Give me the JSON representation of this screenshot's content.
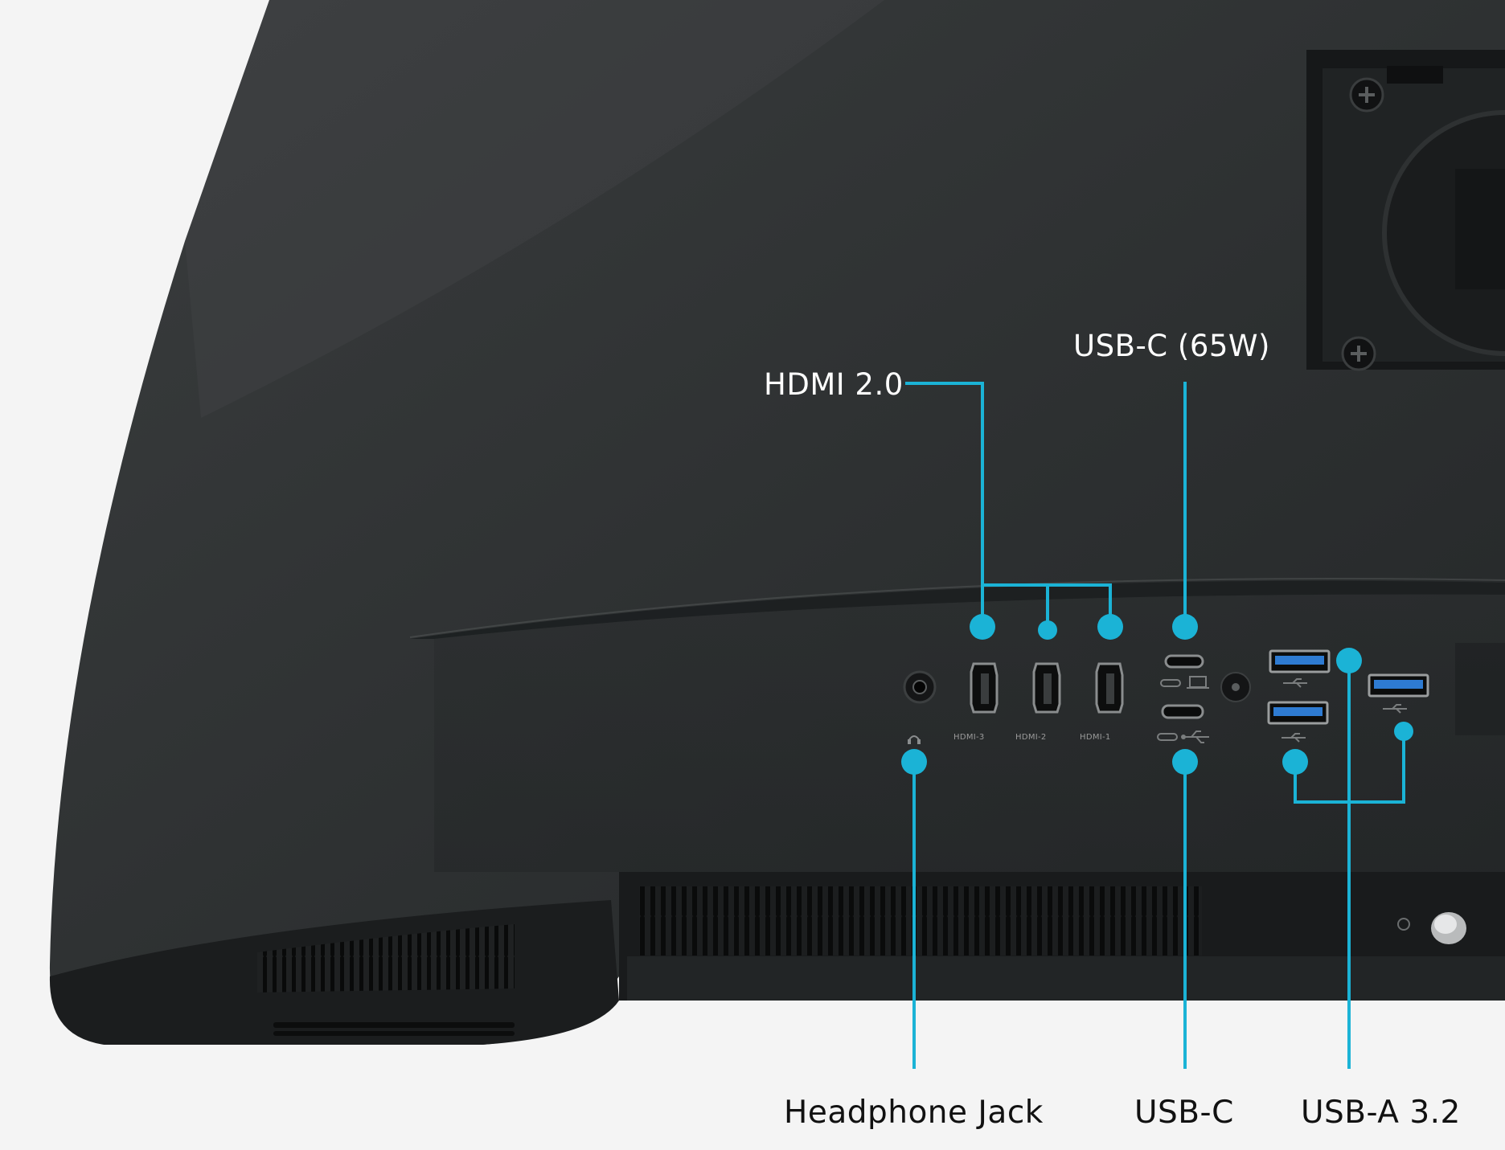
{
  "callouts": {
    "hdmi": "HDMI 2.0",
    "usbc_65w": "USB-C (65W)",
    "headphone": "Headphone Jack",
    "usbc": "USB-C",
    "usba": "USB-A 3.2"
  },
  "port_labels": {
    "hdmi3": "HDMI-3",
    "hdmi2": "HDMI-2",
    "hdmi1": "HDMI-1"
  },
  "colors": {
    "accent": "#1bb3d6",
    "body": "#2e3132",
    "background": "#f3f3f3"
  }
}
